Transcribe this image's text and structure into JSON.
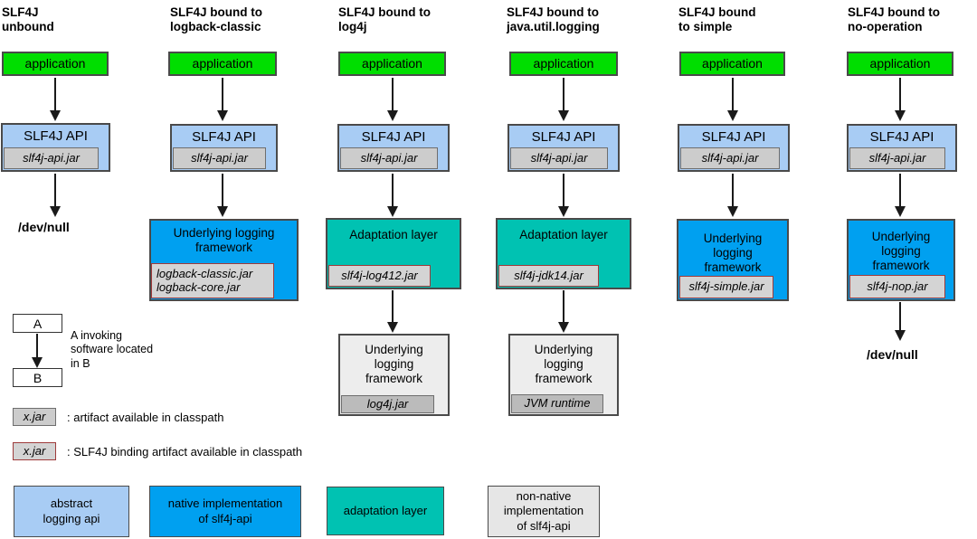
{
  "columns": [
    {
      "header": "SLF4J\nunbound",
      "application": "application",
      "api_label": "SLF4J API",
      "api_jar": "slf4j-api.jar",
      "sink": "/dev/null"
    },
    {
      "header": "SLF4J bound to\nlogback-classic",
      "application": "application",
      "api_label": "SLF4J API",
      "api_jar": "slf4j-api.jar",
      "framework": "Underlying logging framework",
      "framework_jars": "logback-classic.jar\nlogback-core.jar"
    },
    {
      "header": "SLF4J bound to\nlog4j",
      "application": "application",
      "api_label": "SLF4J API",
      "api_jar": "slf4j-api.jar",
      "adaptation": "Adaptation layer",
      "adaptation_jar": "slf4j-log412.jar",
      "framework": "Underlying logging framework",
      "framework_jar": "log4j.jar"
    },
    {
      "header": "SLF4J bound to\njava.util.logging",
      "application": "application",
      "api_label": "SLF4J API",
      "api_jar": "slf4j-api.jar",
      "adaptation": "Adaptation layer",
      "adaptation_jar": "slf4j-jdk14.jar",
      "framework": "Underlying logging framework",
      "framework_jar": "JVM runtime"
    },
    {
      "header": "SLF4J bound\nto simple",
      "application": "application",
      "api_label": "SLF4J API",
      "api_jar": "slf4j-api.jar",
      "framework": "Underlying logging framework",
      "framework_jar": "slf4j-simple.jar"
    },
    {
      "header": "SLF4J bound to\nno-operation",
      "application": "application",
      "api_label": "SLF4J API",
      "api_jar": "slf4j-api.jar",
      "framework": "Underlying logging framework",
      "framework_jar": "slf4j-nop.jar",
      "sink": "/dev/null"
    }
  ],
  "legend": {
    "invoke_a": "A",
    "invoke_b": "B",
    "invoke_text": "A invoking\nsoftware located\nin B",
    "artifact_label": "x.jar",
    "artifact_text": ": artifact available in classpath",
    "binding_label": "x.jar",
    "binding_text": ": SLF4J binding artifact available in classpath",
    "key_boxes": [
      {
        "label": "abstract\nlogging api"
      },
      {
        "label": "native implementation\nof slf4j-api"
      },
      {
        "label": "adaptation layer"
      },
      {
        "label": "non-native\nimplementation\nof slf4j-api"
      }
    ]
  },
  "colors": {
    "application_green": "#00DE00",
    "abstract_api_lightblue": "#A8CCF4",
    "native_impl_blue": "#00A0F0",
    "adaptation_teal": "#00C2B2",
    "jar_gray": "#CCCCCC",
    "jar_dark_gray": "#BBBBBB",
    "framework_lightgray": "#EDEDED",
    "binding_border_red": "#9E3B3B",
    "box_border": "#4A4A4A"
  }
}
